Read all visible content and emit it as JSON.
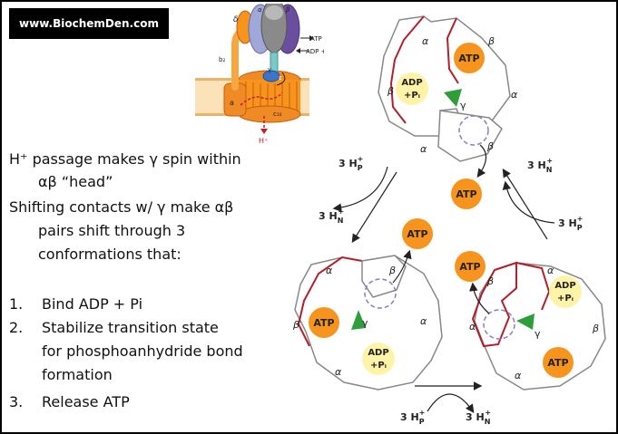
{
  "banner": {
    "text": "www.BiochemDen.com"
  },
  "structure": {
    "alpha": "α",
    "beta": "β",
    "delta": "δ",
    "gamma": "γ",
    "epsilon": "ε",
    "b2": "b₂",
    "a": "a",
    "c10": "c₁₀",
    "hplus": "H⁺",
    "atp": "ATP",
    "adp_pi": "ADP + Pᵢ"
  },
  "text": {
    "line1": "H⁺ passage makes γ spin within",
    "line2": "αβ “head”",
    "line3": "Shifting contacts w/ γ make αβ",
    "line4": "pairs shift through 3",
    "line5": "conformations that:",
    "list": [
      {
        "num": "1.",
        "text": "Bind ADP + Pi"
      },
      {
        "num": "2.",
        "text": "Stabilize transition state"
      },
      {
        "num": "",
        "text": "for phosphoanhydride bond"
      },
      {
        "num": "",
        "text": "formation"
      },
      {
        "num": "3.",
        "text": "Release ATP"
      }
    ]
  },
  "cycle": {
    "alpha": "α",
    "beta": "β",
    "gamma": "γ",
    "atp": "ATP",
    "adp": "ADP",
    "pi": "+Pᵢ",
    "h3": "3 H",
    "sub_p": "P",
    "sub_n": "N",
    "sup_plus": "+"
  },
  "colors": {
    "atp_orange": "#f7941d",
    "adp_yellow": "#fff3a8",
    "red_outline": "#b0202a",
    "gamma_green": "#2e9e3a",
    "gamma_purple": "#7b5bb5"
  }
}
